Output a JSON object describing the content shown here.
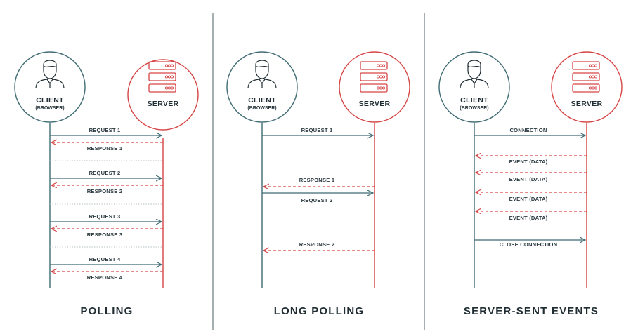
{
  "colors": {
    "client": "#3f6b73",
    "server": "#d64545",
    "divider": "#6b7b80",
    "separator": "#b8c1c4",
    "text": "#1f2d33"
  },
  "icons": {
    "client": "user-icon",
    "server": "server-rack-icon"
  },
  "panels": [
    {
      "id": "polling",
      "title": "POLLING",
      "client_label": "CLIENT",
      "client_sub": "(BROWSER)",
      "server_label": "SERVER",
      "messages": [
        {
          "label": "REQUEST 1",
          "dir": "to-server",
          "style": "solid"
        },
        {
          "label": "RESPONSE 1",
          "dir": "to-client",
          "style": "dashed"
        },
        {
          "label": "REQUEST 2",
          "dir": "to-server",
          "style": "solid"
        },
        {
          "label": "RESPONSE 2",
          "dir": "to-client",
          "style": "dashed"
        },
        {
          "label": "REQUEST 3",
          "dir": "to-server",
          "style": "solid"
        },
        {
          "label": "RESPONSE 3",
          "dir": "to-client",
          "style": "dashed"
        },
        {
          "label": "REQUEST 4",
          "dir": "to-server",
          "style": "solid"
        },
        {
          "label": "RESPONSE 4",
          "dir": "to-client",
          "style": "dashed"
        }
      ]
    },
    {
      "id": "long-polling",
      "title": "LONG POLLING",
      "client_label": "CLIENT",
      "client_sub": "(BROWSER)",
      "server_label": "SERVER",
      "messages": [
        {
          "label": "REQUEST 1",
          "dir": "to-server",
          "style": "solid"
        },
        {
          "label": "RESPONSE 1",
          "dir": "to-client",
          "style": "dashed"
        },
        {
          "label": "REQUEST 2",
          "dir": "to-server",
          "style": "solid"
        },
        {
          "label": "RESPONSE 2",
          "dir": "to-client",
          "style": "dashed"
        }
      ]
    },
    {
      "id": "sse",
      "title": "SERVER-SENT EVENTS",
      "client_label": "CLIENT",
      "client_sub": "(BROWSER)",
      "server_label": "SERVER",
      "messages": [
        {
          "label": "CONNECTION",
          "dir": "to-server",
          "style": "solid"
        },
        {
          "label": "EVENT (DATA)",
          "dir": "to-client",
          "style": "dashed"
        },
        {
          "label": "EVENT (DATA)",
          "dir": "to-client",
          "style": "dashed"
        },
        {
          "label": "EVENT (DATA)",
          "dir": "to-client",
          "style": "dashed"
        },
        {
          "label": "EVENT (DATA)",
          "dir": "to-client",
          "style": "dashed"
        },
        {
          "label": "CLOSE CONNECTION",
          "dir": "to-server",
          "style": "solid"
        }
      ]
    }
  ]
}
